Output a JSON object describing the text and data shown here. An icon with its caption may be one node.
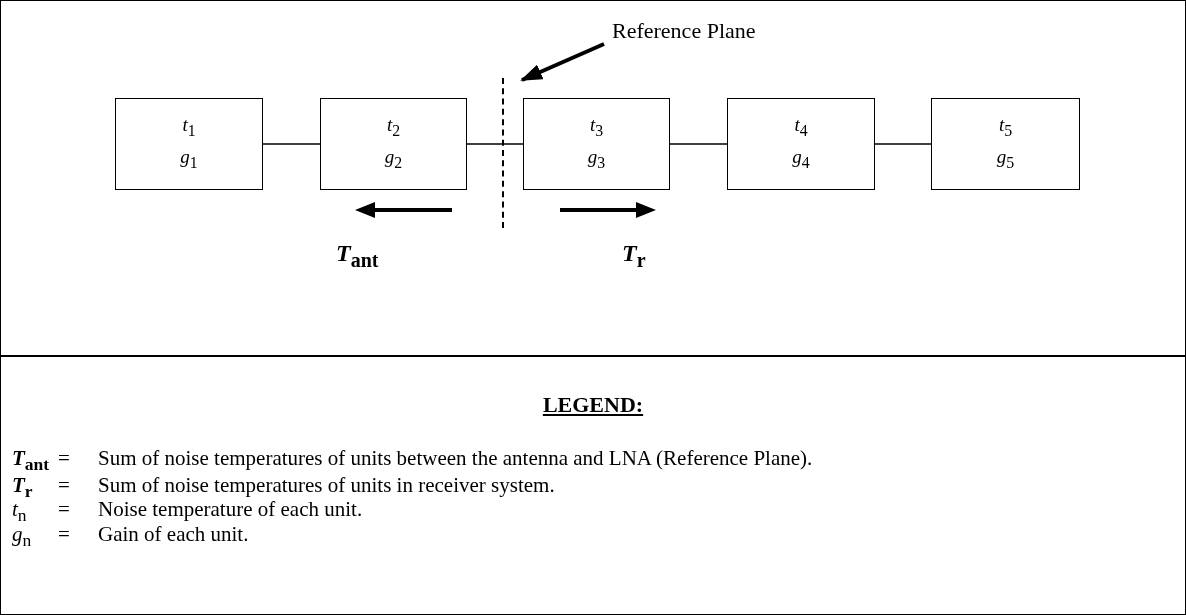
{
  "diagram": {
    "nodes": [
      {
        "text": [
          "*t*$_{1}$",
          "*g*$_{1}$"
        ]
      },
      {
        "text": [
          "*t*$_{2}$",
          "*g*$_{2}$"
        ]
      },
      {
        "text": [
          "*t*$_{3}$",
          "*g*$_{3}$"
        ]
      },
      {
        "text": [
          "*t*$_{4}$",
          "*g*$_{4}$"
        ]
      },
      {
        "text": [
          "*t*$_{5}$",
          "*g*$_{5}$"
        ]
      },
      {
        "text": [
          "Reference Plane"
        ]
      },
      {
        "text": [],
        "shape": "line"
      }
    ],
    "edges": [
      {
        "from": 0,
        "to": 1,
        "arrow": "none"
      },
      {
        "from": 1,
        "to": 2,
        "arrow": "none"
      },
      {
        "from": 2,
        "to": 3,
        "arrow": "none"
      },
      {
        "from": 3,
        "to": 4,
        "arrow": "none"
      },
      {
        "from": 5,
        "to": 6,
        "arrow": "to",
        "style": "thick"
      }
    ],
    "labels": [
      "*T*$_{ant}$",
      "*T*$_{r}$",
      "LEGEND:",
      "*T*$_{ant}$",
      "=",
      "Sum of noise temperatures of units between the antenna and LNA (Reference Plane).",
      "*T*$_{r}$",
      "=",
      "Sum of noise temperatures of units in receiver system.",
      "*t*$_{n}$",
      "=",
      "Noise temperature of each unit.",
      "*g*$_{n}$",
      "=",
      "Gain of each unit."
    ]
  }
}
